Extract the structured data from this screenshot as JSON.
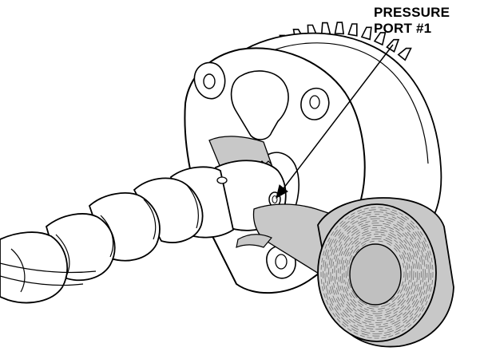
{
  "callout": {
    "line1": "PRESSURE",
    "line2": "PORT #1"
  },
  "colors": {
    "tape": "#c8c8c8",
    "tape_dark": "#a9a9a9",
    "line": "#000000",
    "background": "#ffffff"
  },
  "parts": [
    "camshaft",
    "vtc-actuator",
    "sprocket-teeth",
    "tape-roll",
    "tape-strip",
    "pressure-port"
  ]
}
